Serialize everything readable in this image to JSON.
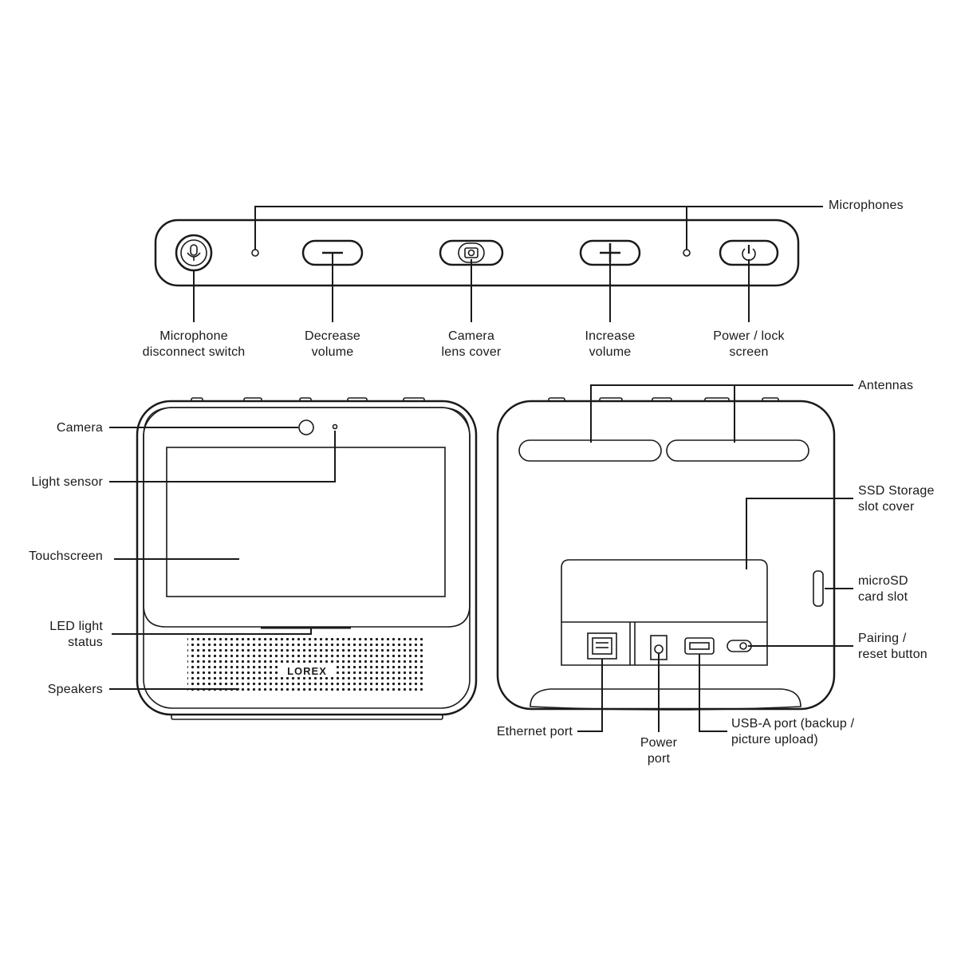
{
  "top_view": {
    "microphones_label": "Microphones",
    "mic_switch_label": "Microphone\ndisconnect switch",
    "decrease_volume_label": "Decrease\nvolume",
    "camera_cover_label": "Camera\nlens cover",
    "increase_volume_label": "Increase\nvolume",
    "power_lock_label": "Power / lock\nscreen"
  },
  "front_view": {
    "camera_label": "Camera",
    "light_sensor_label": "Light sensor",
    "touchscreen_label": "Touchscreen",
    "led_status_label": "LED light\nstatus",
    "speakers_label": "Speakers",
    "brand_logo_text": "LOREX"
  },
  "back_view": {
    "antennas_label": "Antennas",
    "ssd_cover_label": "SSD Storage\nslot cover",
    "microsd_label": "microSD\ncard slot",
    "pairing_reset_label": "Pairing /\nreset button",
    "ethernet_label": "Ethernet port",
    "power_port_label": "Power\nport",
    "usb_label": "USB-A port (backup /\npicture upload)"
  },
  "colors": {
    "stroke": "#1a1a1a",
    "background": "#ffffff"
  },
  "icons": [
    "microphone-icon",
    "minus-icon",
    "camera-icon",
    "plus-icon",
    "power-icon"
  ]
}
